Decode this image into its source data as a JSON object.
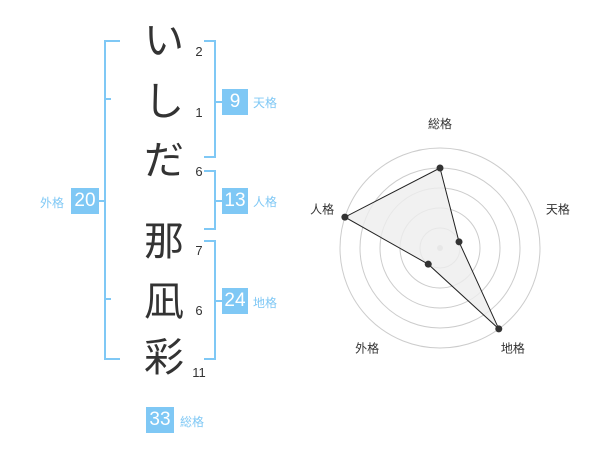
{
  "name_chars": [
    {
      "char": "い",
      "strokes": "2"
    },
    {
      "char": "し",
      "strokes": "1"
    },
    {
      "char": "だ",
      "strokes": "6"
    },
    {
      "char": "那",
      "strokes": "7"
    },
    {
      "char": "凪",
      "strokes": "6"
    },
    {
      "char": "彩",
      "strokes": "11"
    }
  ],
  "fortunes": {
    "tenkaku": {
      "value": "9",
      "label": "天格"
    },
    "jinkaku": {
      "value": "13",
      "label": "人格"
    },
    "chikaku": {
      "value": "24",
      "label": "地格"
    },
    "gaikaku": {
      "value": "20",
      "label": "外格"
    },
    "soukaku": {
      "value": "33",
      "label": "総格"
    }
  },
  "colors": {
    "accent": "#7fc8f5",
    "text": "#333333",
    "grid": "#cccccc",
    "fill": "#eeeeee"
  },
  "chart_data": {
    "type": "radar",
    "axes": [
      "総格",
      "天格",
      "地格",
      "外格",
      "人格"
    ],
    "values": [
      4,
      1,
      5,
      1,
      5
    ],
    "max": 5,
    "rings": 5
  }
}
